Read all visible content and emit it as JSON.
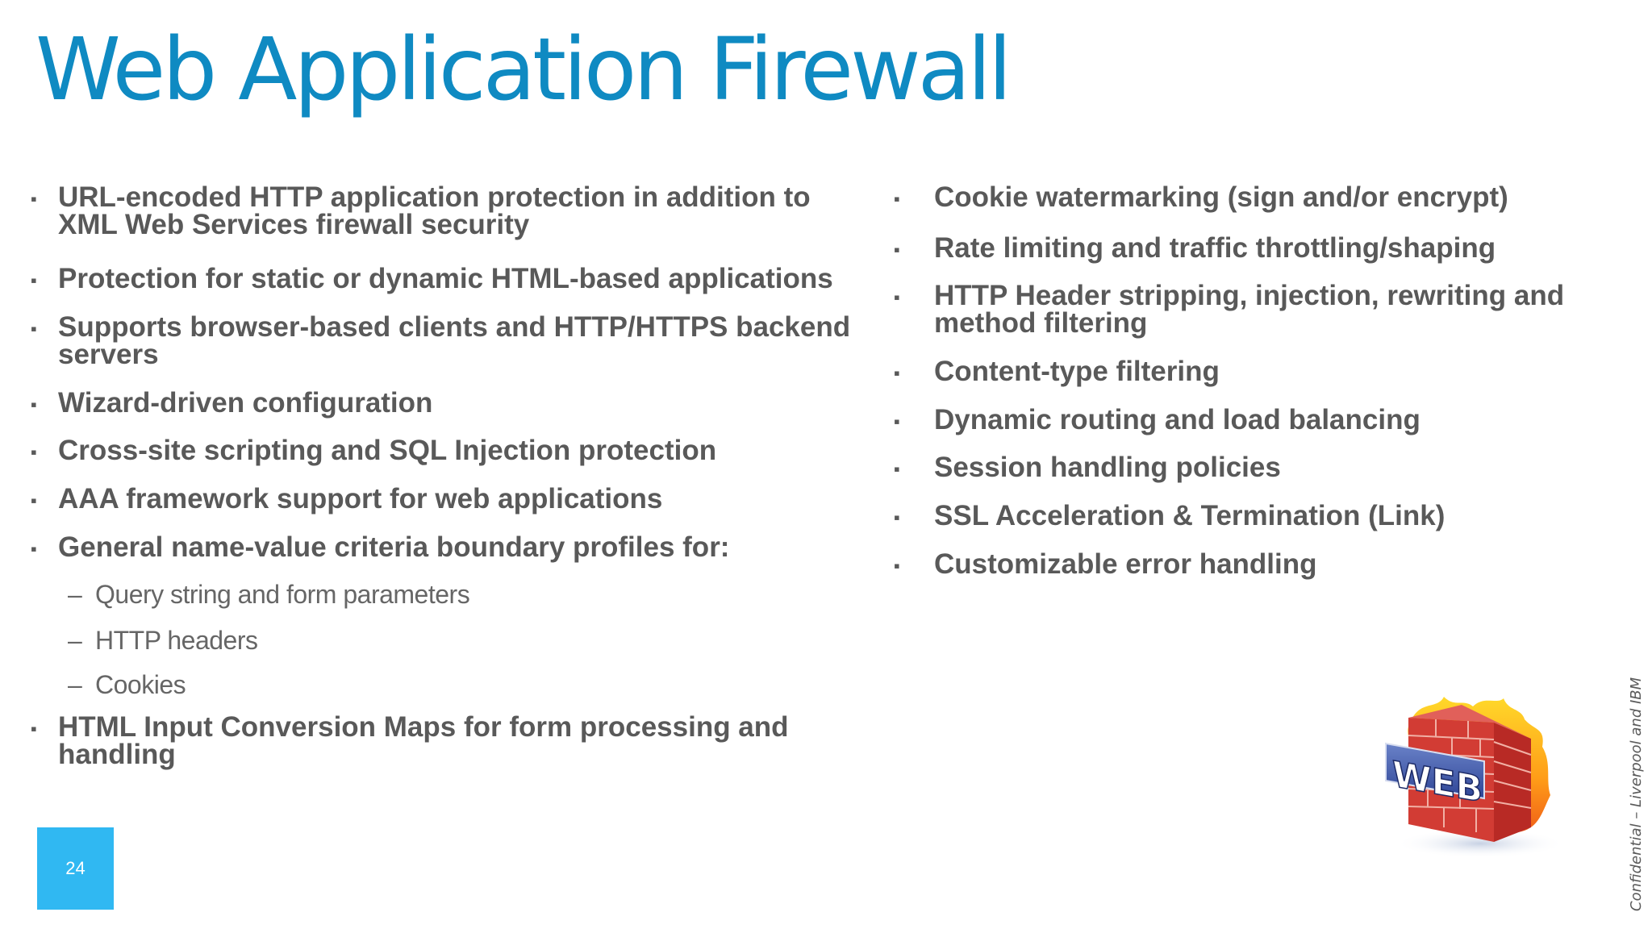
{
  "slide": {
    "title": "Web Application Firewall",
    "page_number": "24",
    "footer_confidential": "Confidential – Liverpool and IBM",
    "accent_color": "#0f8ac2",
    "badge_color": "#30b8f2",
    "text_color": "#595959"
  },
  "left_column": {
    "items": [
      {
        "text": "URL-encoded HTTP application protection in addition to XML Web Services firewall security"
      },
      {
        "text": "Protection for static or dynamic HTML-based applications"
      },
      {
        "text": "Supports browser-based clients and HTTP/HTTPS backend servers"
      },
      {
        "text": "Wizard-driven configuration"
      },
      {
        "text": "Cross-site scripting and SQL Injection protection"
      },
      {
        "text": "AAA framework support for web applications"
      },
      {
        "text": "General name-value criteria boundary profiles for:"
      },
      {
        "text": "HTML Input Conversion Maps for form processing and handling"
      }
    ],
    "sub_items": [
      {
        "text": "Query string and form parameters"
      },
      {
        "text": "HTTP headers"
      },
      {
        "text": "Cookies"
      }
    ]
  },
  "right_column": {
    "items": [
      {
        "text": "Cookie watermarking (sign and/or encrypt)"
      },
      {
        "text": "Rate limiting and traffic throttling/shaping"
      },
      {
        "text": "HTTP Header stripping, injection, rewriting and method filtering"
      },
      {
        "text": "Content-type filtering"
      },
      {
        "text": "Dynamic routing and load balancing"
      },
      {
        "text": "Session handling policies"
      },
      {
        "text": "SSL Acceleration & Termination (Link)"
      },
      {
        "text": "Customizable error handling"
      }
    ]
  },
  "graphic": {
    "icon": "web-firewall-icon",
    "label": "WEB"
  },
  "icons": {
    "bullet": "▪",
    "sub_bullet": "–"
  }
}
